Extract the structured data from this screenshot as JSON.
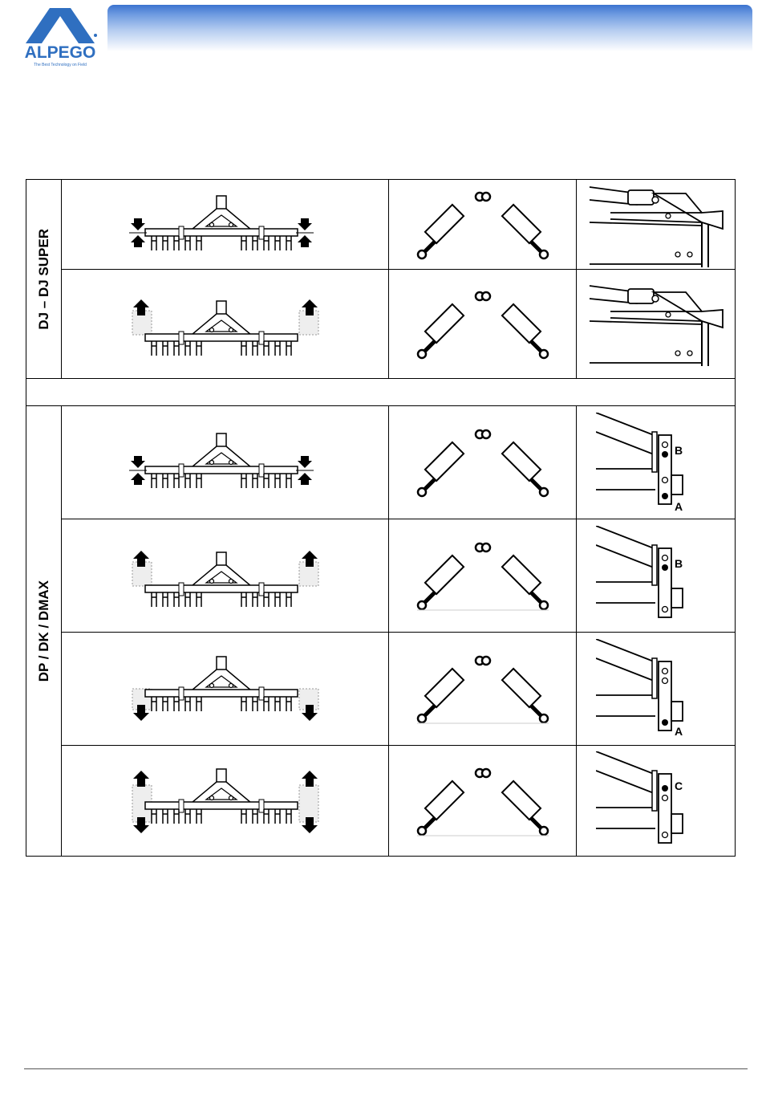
{
  "brand": {
    "name": "ALPEGO",
    "tagline": "The Best Technology on Field",
    "colors": {
      "primary": "#2f6fc0",
      "header_dark": "#3b73cf"
    }
  },
  "table": {
    "groups": [
      {
        "label": "DJ – DJ SUPER"
      },
      {
        "label": "DP / DK / DMAX"
      }
    ],
    "separator": "",
    "pin_labels": [
      "B",
      "A",
      "B",
      "A",
      "C"
    ]
  }
}
